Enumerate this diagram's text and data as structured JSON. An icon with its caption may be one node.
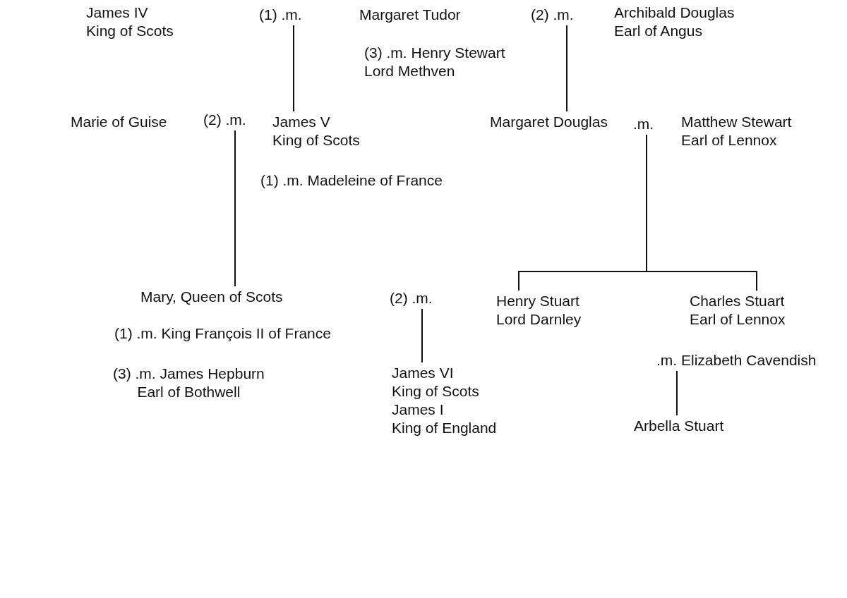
{
  "diagram": {
    "nodes": [
      {
        "text": [
          "James IV King of Scots"
        ]
      },
      {
        "text": [
          "(1) .m."
        ]
      },
      {
        "text": [
          "Margaret Tudor"
        ]
      },
      {
        "text": [
          "(2) .m."
        ]
      },
      {
        "text": [
          "Archibald Douglas Earl of Angus"
        ]
      },
      {
        "text": [
          "(3) .m. Henry Stewart Lord Methven"
        ]
      },
      {
        "text": [
          "Marie of Guise"
        ]
      },
      {
        "text": [
          "(2) .m."
        ]
      },
      {
        "text": [
          "James V King of Scots"
        ]
      },
      {
        "text": [
          "Margaret Douglas"
        ]
      },
      {
        "text": [
          ".m."
        ]
      },
      {
        "text": [
          "Matthew Stewart Earl of Lennox"
        ]
      },
      {
        "text": [
          "(1) .m. Madeleine of France"
        ]
      },
      {
        "text": [
          "Mary, Queen of Scots"
        ]
      },
      {
        "text": [
          "(2) .m."
        ]
      },
      {
        "text": [
          "Henry Stuart Lord Darnley"
        ]
      },
      {
        "text": [
          "Charles Stuart Earl of Lennox"
        ]
      },
      {
        "text": [
          "(1) .m. King François II of France"
        ]
      },
      {
        "text": [
          "(3) .m. James Hepburn Earl of Bothwell"
        ]
      },
      {
        "text": [
          ".m. Elizabeth Cavendish"
        ]
      },
      {
        "text": [
          "James VI King of Scots James I King of England"
        ]
      },
      {
        "text": [
          "Arbella Stuart"
        ]
      }
    ],
    "edges": [
      {
        "from": 1,
        "to": 8,
        "arrow": "none"
      },
      {
        "from": 3,
        "to": 9,
        "arrow": "none"
      },
      {
        "from": 7,
        "to": 13,
        "arrow": "none"
      },
      {
        "from": 10,
        "to": 15,
        "arrow": "none"
      },
      {
        "from": 10,
        "to": 16,
        "arrow": "none"
      },
      {
        "from": 14,
        "to": 20,
        "arrow": "none"
      },
      {
        "from": 19,
        "to": 21,
        "arrow": "none"
      }
    ]
  }
}
